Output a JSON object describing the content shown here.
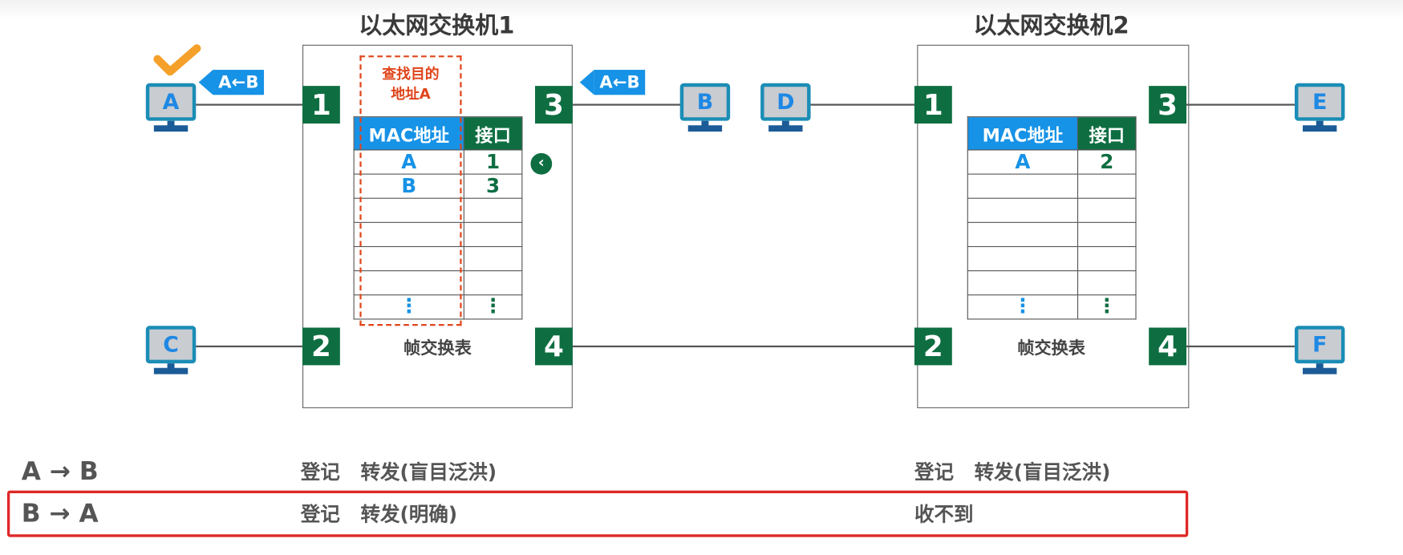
{
  "switch1": {
    "title": "以太网交换机1",
    "ports": [
      "1",
      "2",
      "3",
      "4"
    ],
    "table_header": [
      "MAC地址",
      "接口"
    ],
    "rows": [
      {
        "mac": "A",
        "port": "1"
      },
      {
        "mac": "B",
        "port": "3"
      },
      {
        "mac": "",
        "port": ""
      },
      {
        "mac": "",
        "port": ""
      },
      {
        "mac": "",
        "port": ""
      },
      {
        "mac": "",
        "port": ""
      },
      {
        "mac": "⋮",
        "port": "⋮"
      }
    ],
    "caption": "帧交换表",
    "lookup_note_line1": "查找目的",
    "lookup_note_line2": "地址A"
  },
  "switch2": {
    "title": "以太网交换机2",
    "ports": [
      "1",
      "2",
      "3",
      "4"
    ],
    "table_header": [
      "MAC地址",
      "接口"
    ],
    "rows": [
      {
        "mac": "A",
        "port": "2"
      },
      {
        "mac": "",
        "port": ""
      },
      {
        "mac": "",
        "port": ""
      },
      {
        "mac": "",
        "port": ""
      },
      {
        "mac": "",
        "port": ""
      },
      {
        "mac": "",
        "port": ""
      },
      {
        "mac": "⋮",
        "port": "⋮"
      }
    ],
    "caption": "帧交换表"
  },
  "hosts": {
    "A": "A",
    "B": "B",
    "C": "C",
    "D": "D",
    "E": "E",
    "F": "F"
  },
  "frame_tags": [
    "A←B",
    "A←B"
  ],
  "summary": [
    {
      "flow": "A → B",
      "sw1": "登记   转发(盲目泛洪)",
      "sw2": "登记   转发(盲目泛洪)"
    },
    {
      "flow": "B → A",
      "sw1": "登记   转发(明确)",
      "sw2": "收不到"
    }
  ],
  "colors": {
    "port": "#0e6e42",
    "mac": "#1692e6",
    "highlight": "#e02828",
    "note": "#e0451b",
    "check": "#f5a02a"
  }
}
